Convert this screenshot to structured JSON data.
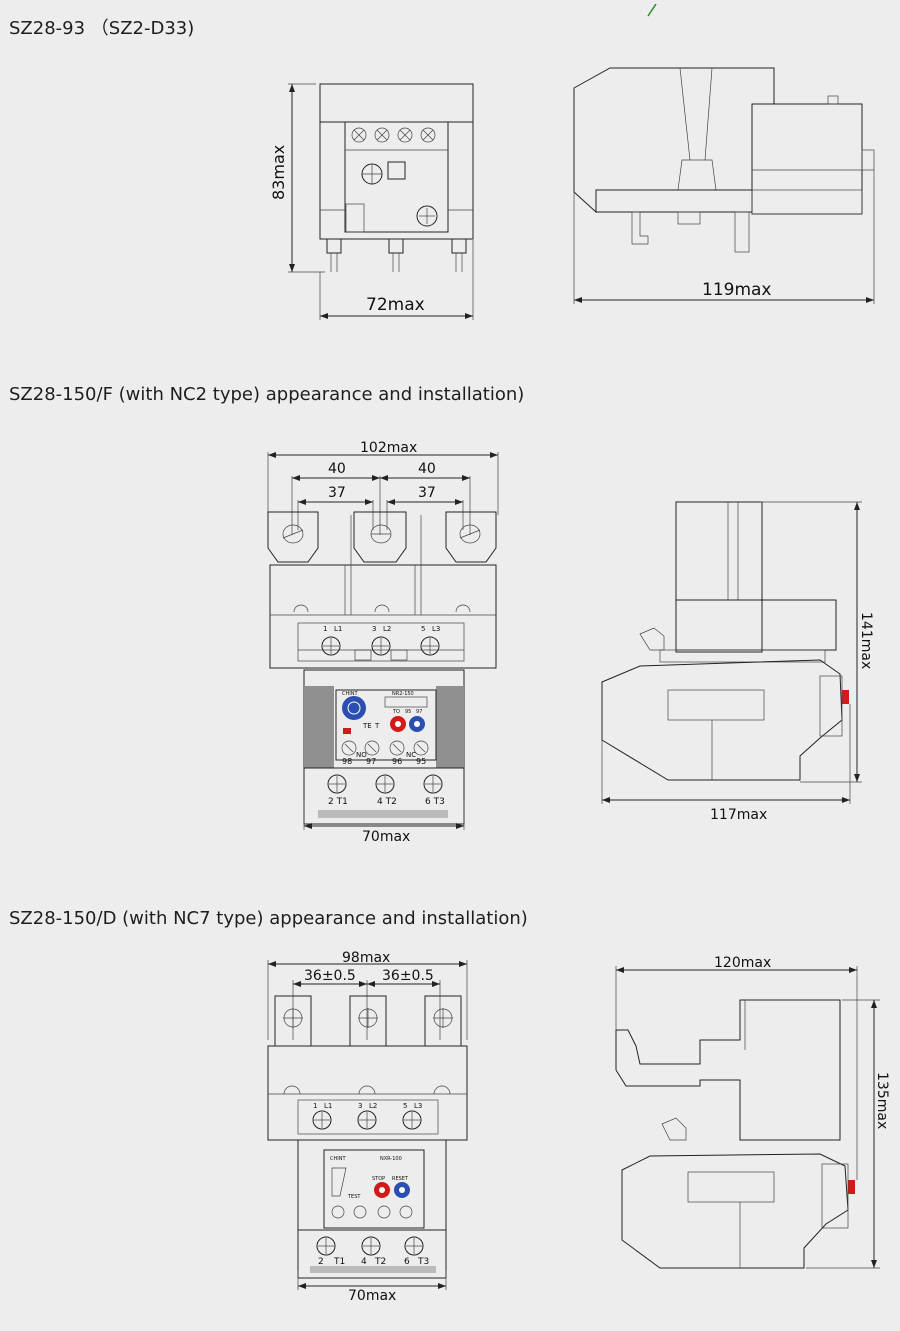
{
  "sections": [
    {
      "title": "SZ28-93 （SZ2-D33)",
      "dims": {
        "height": "83max",
        "width_front": "72max",
        "width_side": "119max"
      }
    },
    {
      "title": "SZ28-150/F (with NC2 type) appearance and installation)",
      "dims": {
        "overall": "102max",
        "pitch_left": "40",
        "pitch_right": "40",
        "inner_left": "37",
        "inner_right": "37",
        "base": "70max",
        "side_width": "117max",
        "side_height": "141max"
      },
      "terminals_top": [
        "1",
        "L1",
        "3",
        "L2",
        "5",
        "L3"
      ],
      "terminals_aux": [
        "98",
        "97",
        "96",
        "95"
      ],
      "aux_labels": [
        "NO",
        "NC"
      ],
      "terminals_bottom": [
        "2 T1",
        "4 T2",
        "6 T3"
      ],
      "panel_labels": [
        "CHINT",
        "NR2-150",
        "TE",
        "T",
        "TO",
        "95",
        "97"
      ]
    },
    {
      "title": "SZ28-150/D (with NC7 type) appearance and installation)",
      "dims": {
        "overall": "98max",
        "pitch_left": "36±0.5",
        "pitch_right": "36±0.5",
        "base": "70max",
        "side_width": "120max",
        "side_height": "135max"
      },
      "terminals_top": [
        "1",
        "L1",
        "3",
        "L2",
        "5",
        "L3"
      ],
      "terminals_bottom": [
        "2",
        "T1",
        "4",
        "T2",
        "6",
        "T3"
      ],
      "panel_labels": [
        "CHINT",
        "NXR-100",
        "STOP",
        "RESET",
        "TEST"
      ]
    }
  ],
  "colors": {
    "background": "#ededed",
    "body_cream": "#f3f0dc",
    "housing_grey": "#a8a8a8",
    "accent_red": "#d21a1a",
    "accent_blue": "#2a4fb0",
    "mark_green": "#2a8a2a"
  }
}
